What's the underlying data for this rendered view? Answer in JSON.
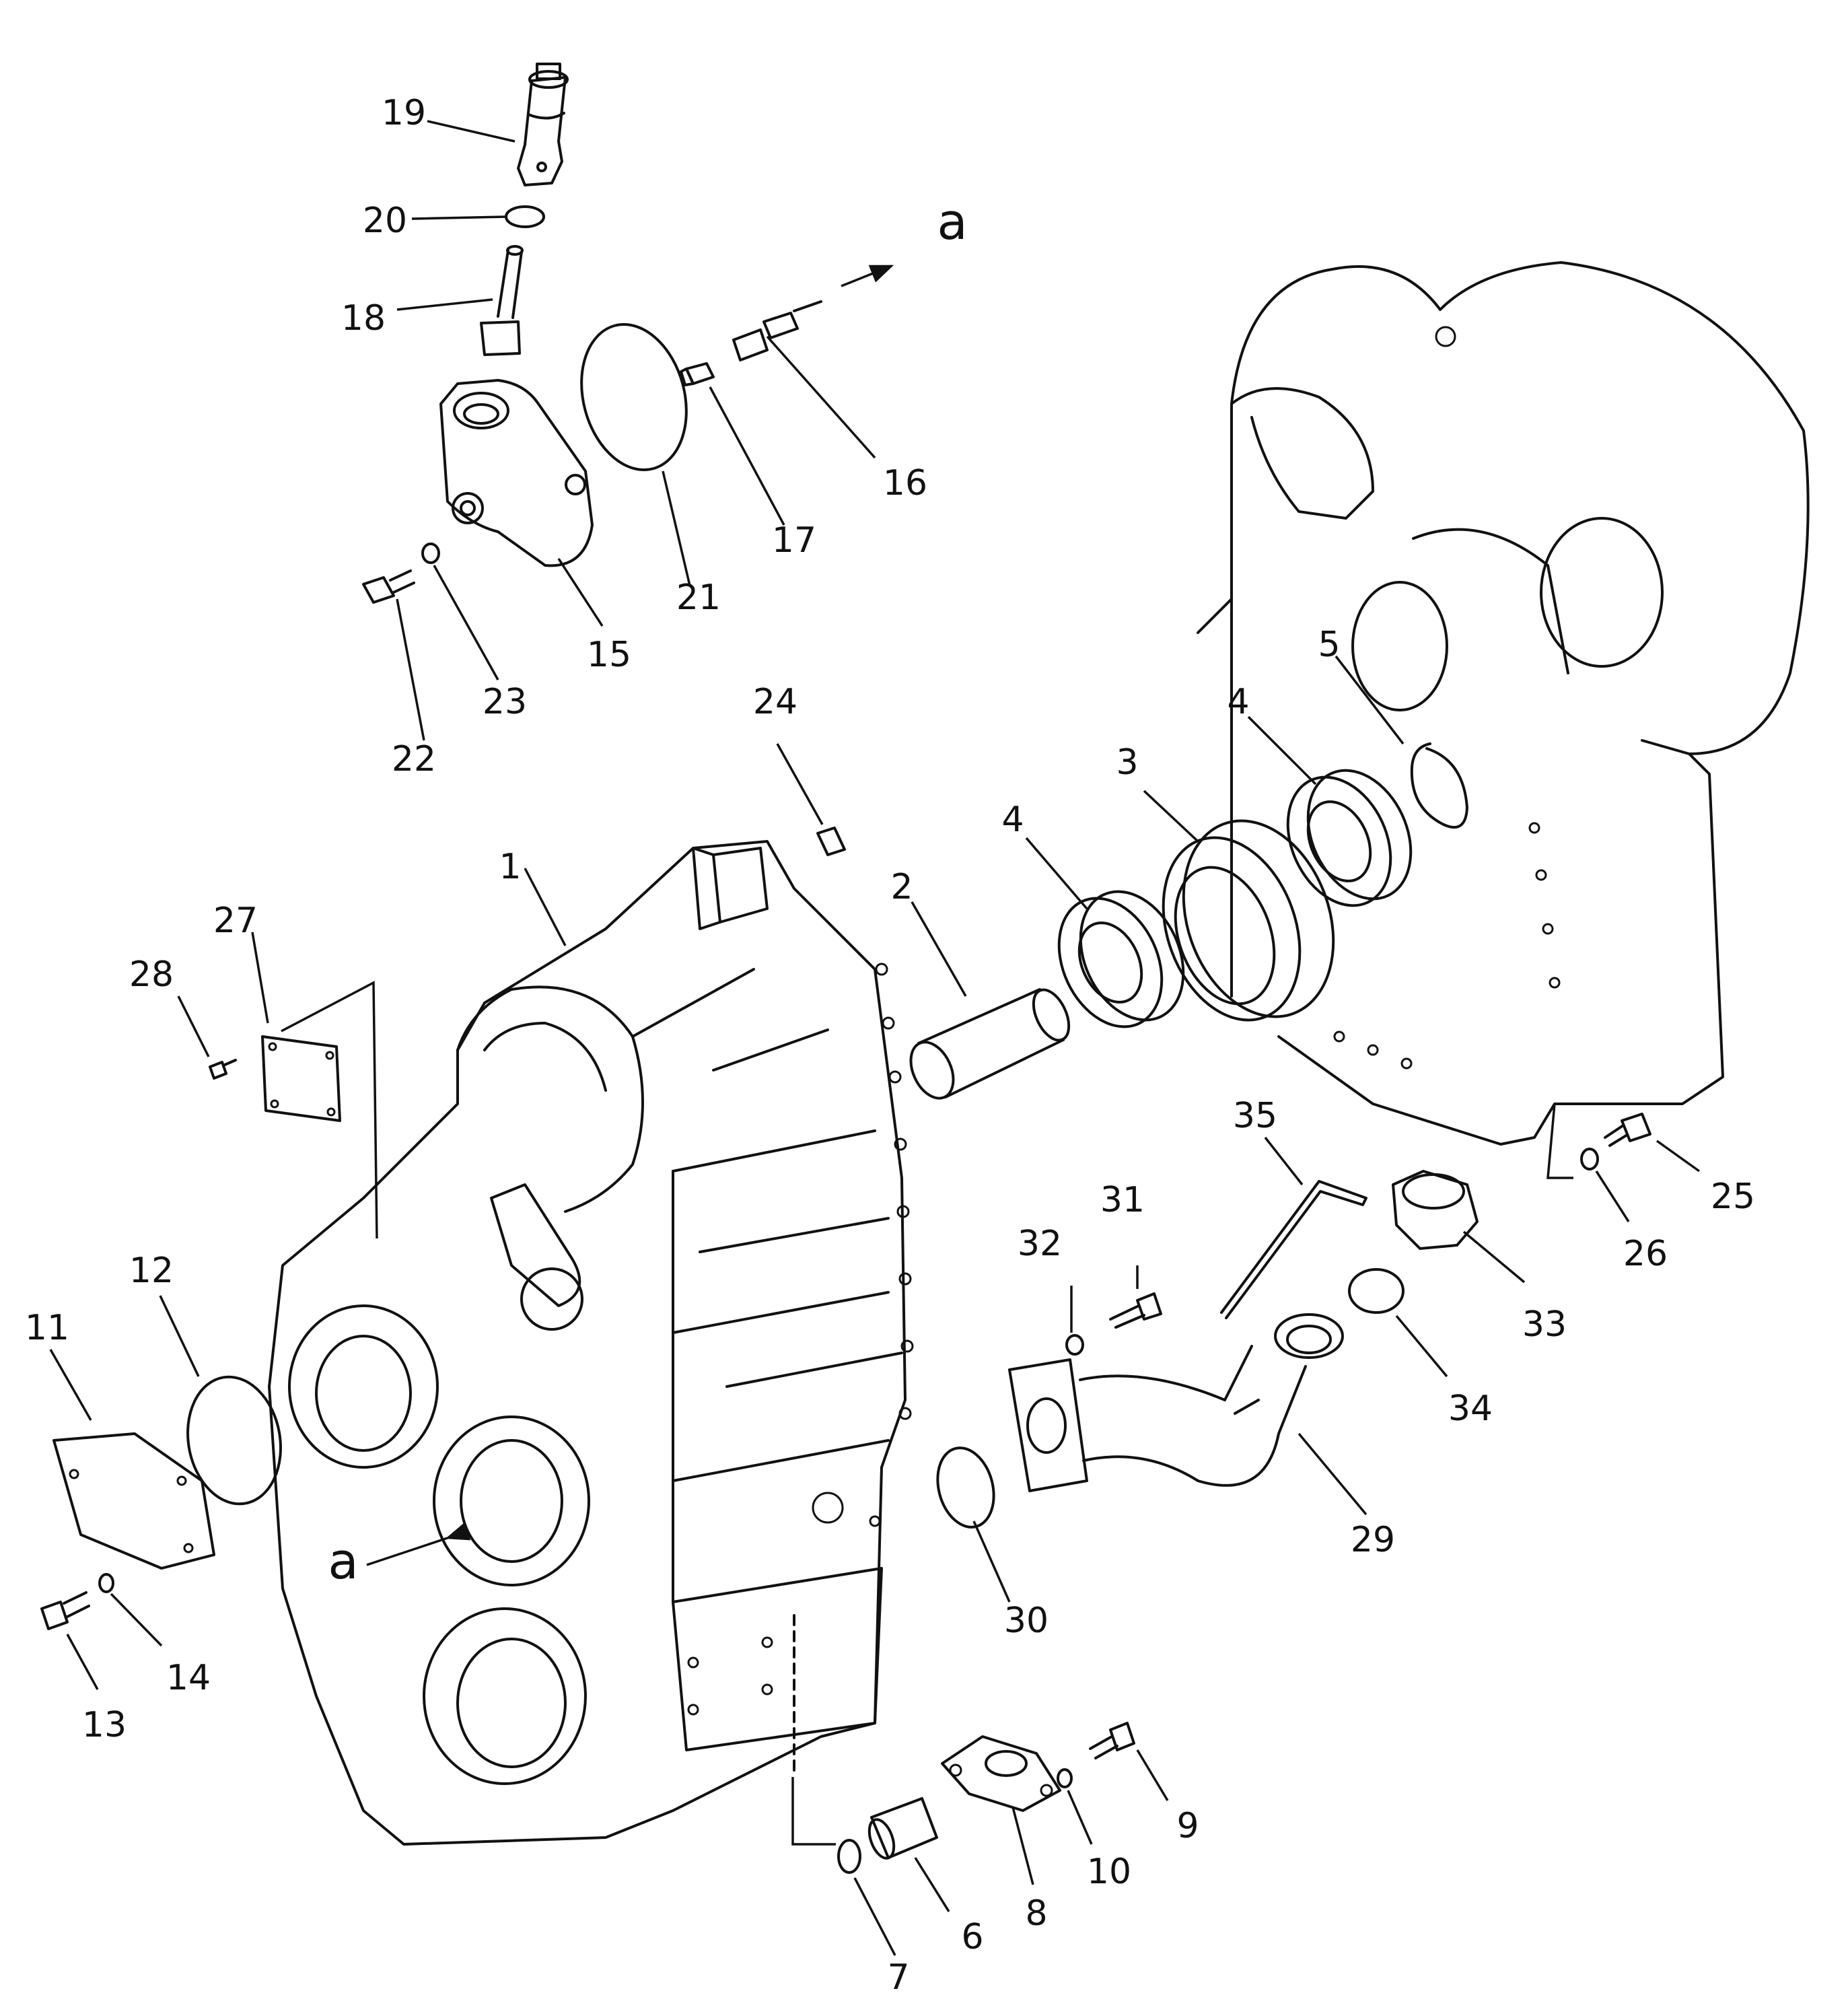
{
  "callouts": {
    "c1": "1",
    "c2": "2",
    "c3": "3",
    "c4a": "4",
    "c4b": "4",
    "c5": "5",
    "c6": "6",
    "c7": "7",
    "c8": "8",
    "c9": "9",
    "c10": "10",
    "c11": "11",
    "c12": "12",
    "c13": "13",
    "c14": "14",
    "c15": "15",
    "c16": "16",
    "c17": "17",
    "c18": "18",
    "c19": "19",
    "c20": "20",
    "c21": "21",
    "c22": "22",
    "c23": "23",
    "c24": "24",
    "c25": "25",
    "c26": "26",
    "c27": "27",
    "c28": "28",
    "c29": "29",
    "c30": "30",
    "c31": "31",
    "c32": "32",
    "c33": "33",
    "c34": "34",
    "c35": "35"
  },
  "refs": {
    "top": "a",
    "left": "a"
  }
}
